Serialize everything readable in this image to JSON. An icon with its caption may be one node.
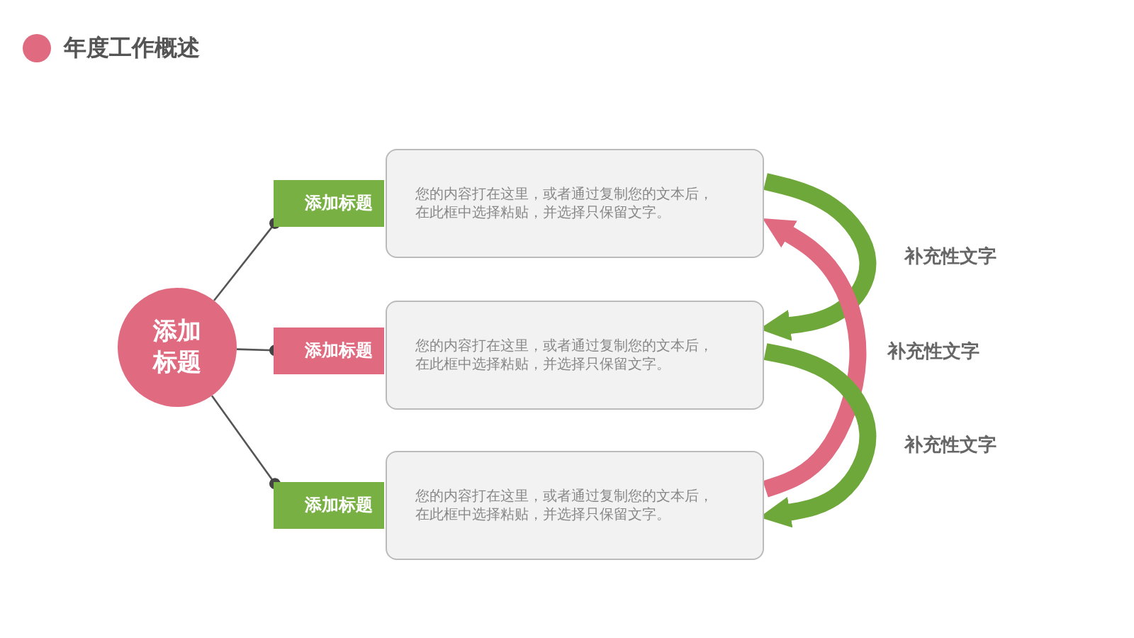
{
  "diagram": {
    "title": "年度工作概述",
    "nodes": [
      {
        "text": [
          "添加标题"
        ]
      },
      {
        "text": [
          "添加标题"
        ]
      },
      {
        "text": [
          "添加标题"
        ]
      },
      {
        "text": [
          "添加标题"
        ]
      },
      {
        "text": [
          "您的内容打在这里，或者通过复制您的文本后，在此框中选择粘贴，并选择只保留文字。"
        ]
      },
      {
        "text": [
          "您的内容打在这里，或者通过复制您的文本后，在此框中选择粘贴，并选择只保留文字。"
        ]
      },
      {
        "text": [
          "您的内容打在这里，或者通过复制您的文本后，在此框中选择粘贴，并选择只保留文字。"
        ]
      }
    ],
    "edges": [
      {
        "from": 0,
        "to": 1,
        "arrow": "other"
      },
      {
        "from": 0,
        "to": 2,
        "arrow": "other"
      },
      {
        "from": 0,
        "to": 3,
        "arrow": "other"
      },
      {
        "from": 4,
        "to": 5,
        "arrow": "to",
        "style": "thick",
        "color": "#6fa83a"
      },
      {
        "from": 6,
        "to": 4,
        "arrow": "to",
        "style": "thick",
        "color": "#e06a80"
      },
      {
        "from": 5,
        "to": 6,
        "arrow": "to",
        "style": "thick",
        "color": "#6fa83a"
      }
    ],
    "labels": [
      "补充性文字",
      "补充性文字",
      "补充性文字"
    ]
  }
}
